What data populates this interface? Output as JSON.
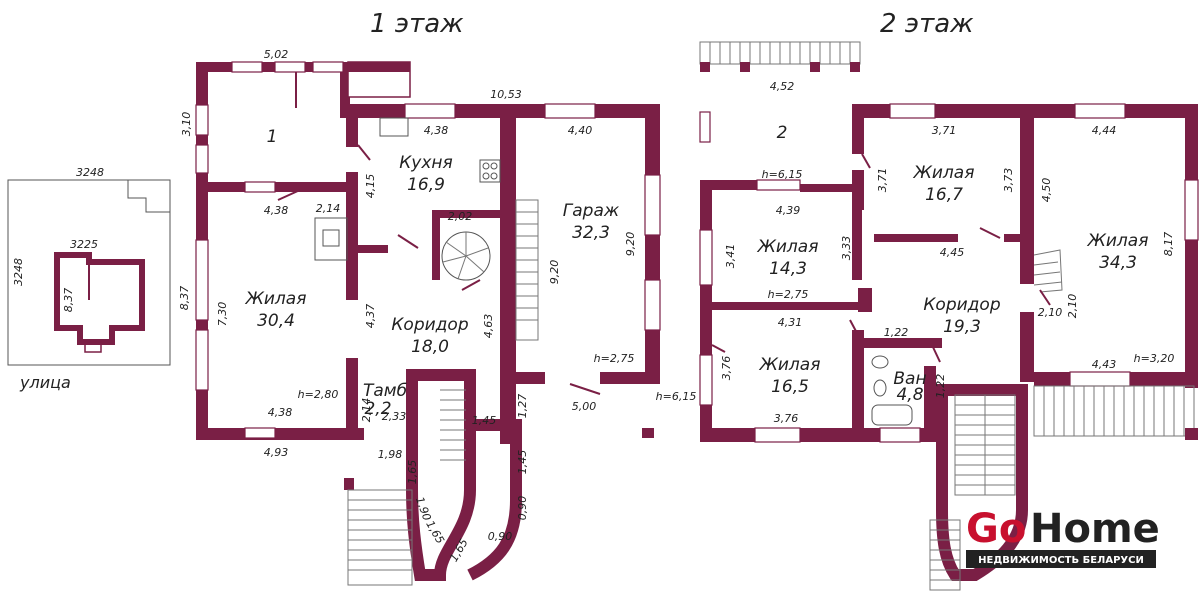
{
  "floors": [
    {
      "title": "1 этаж"
    },
    {
      "title": "2 этаж"
    }
  ],
  "site_plan": {
    "street": "улица",
    "dim_top": "3248",
    "dim_left": "3248",
    "house_dim_top": "3225",
    "house_dim_side": "8,37"
  },
  "rooms_floor1": [
    {
      "name": "1",
      "area": ""
    },
    {
      "name": "Кухня",
      "area": "16,9"
    },
    {
      "name": "Гараж",
      "area": "32,3"
    },
    {
      "name": "Жилая",
      "area": "30,4"
    },
    {
      "name": "Коридор",
      "area": "18,0"
    },
    {
      "name": "Тамб",
      "area": "2,2"
    }
  ],
  "rooms_floor2": [
    {
      "name": "2",
      "area": ""
    },
    {
      "name": "Жилая",
      "area": "16,7"
    },
    {
      "name": "Жилая",
      "area": "14,3"
    },
    {
      "name": "Жилая",
      "area": "34,3"
    },
    {
      "name": "Коридор",
      "area": "19,3"
    },
    {
      "name": "Жилая",
      "area": "16,5"
    },
    {
      "name": "Ван",
      "area": "4,8"
    }
  ],
  "dims_floor1": [
    "5,02",
    "3,10",
    "10,53",
    "4,38",
    "4,40",
    "4,15",
    "2,14",
    "4,38",
    "2,02",
    "9,20",
    "9,20",
    "8,37",
    "7,30",
    "4,37",
    "4,63",
    "h=2,75",
    "h=2,80",
    "4,38",
    "2,14",
    "2,33",
    "1,45",
    "1,27",
    "5,00",
    "h=6,15",
    "4,93",
    "1,98",
    "1,65",
    "1,45",
    "0,90",
    "1,90",
    "1,65",
    "1,65",
    "0,90"
  ],
  "dims_floor2": [
    "4,52",
    "3,71",
    "4,44",
    "h=6,15",
    "3,71",
    "3,73",
    "4,50",
    "8,17",
    "4,39",
    "3,41",
    "3,33",
    "4,45",
    "h=2,75",
    "4,31",
    "2,10",
    "2,10",
    "1,22",
    "3,76",
    "1,22",
    "4,43",
    "h=3,20",
    "3,76"
  ],
  "logo": {
    "part1": "Go",
    "part2": "Home",
    "subtitle": "НЕДВИЖИМОСТЬ БЕЛАРУСИ",
    "colors": {
      "accent": "#c8102e",
      "dark": "#222222"
    }
  },
  "colors": {
    "wall": "#7a1f45"
  }
}
